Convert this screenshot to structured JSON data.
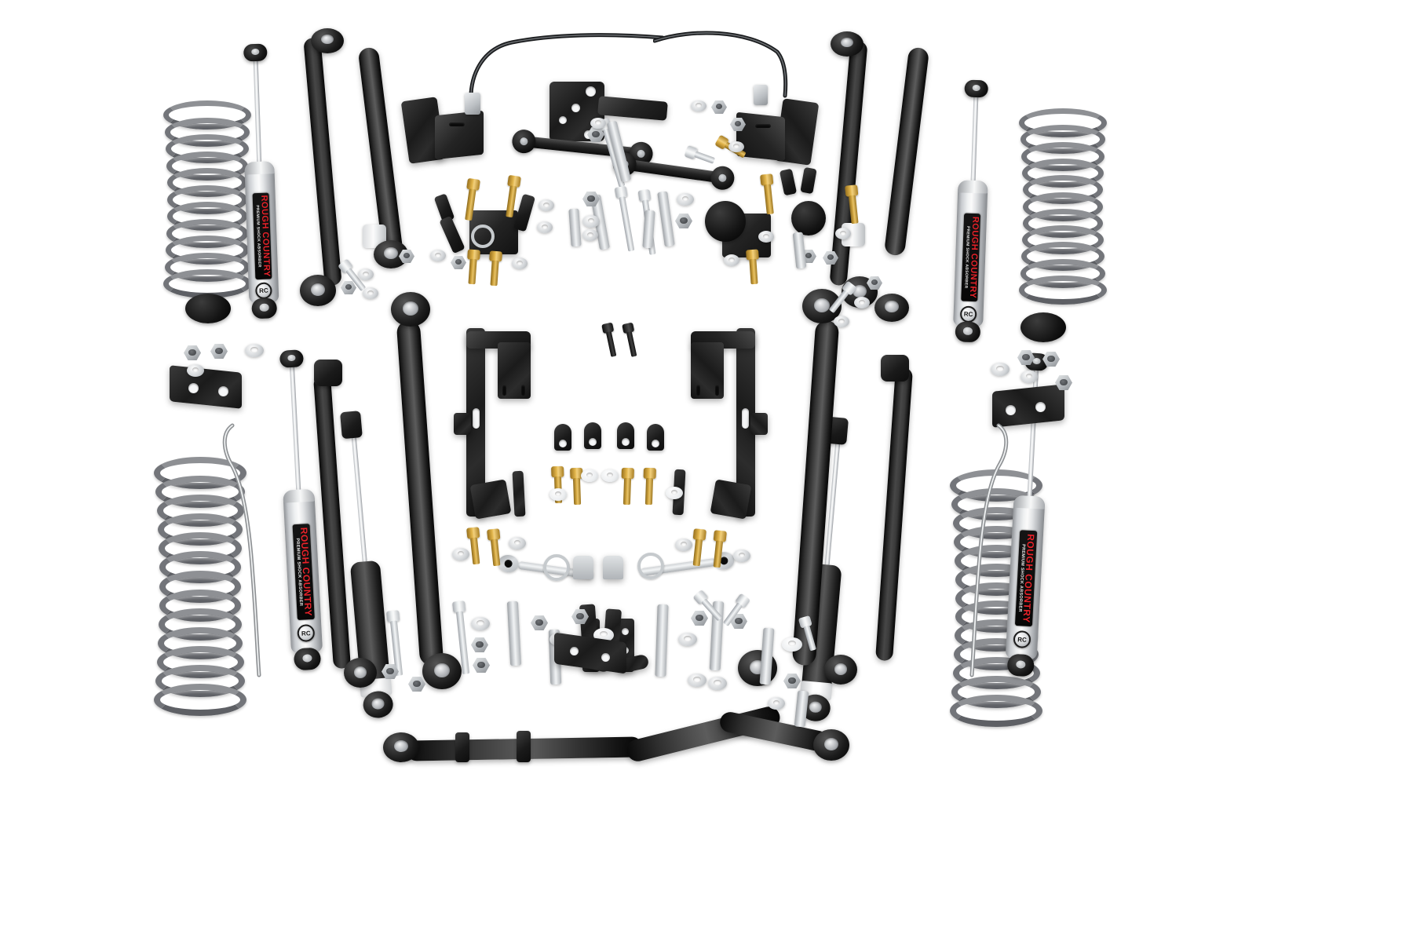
{
  "product": {
    "brand": "ROUGH COUNTRY",
    "shock_label_brand": "ROUGH COUNTRY",
    "shock_label_sub": "PREMIUM SHOCK ABSORBER",
    "badge_text": "RC",
    "background_color": "#ffffff",
    "accent_red": "#e8232a",
    "metal_gray": "#b8bbbf",
    "black": "#111111",
    "zinc": "#dfe3e6",
    "gold_zinc": "#d4a842"
  },
  "components": {
    "coil_springs": [
      {
        "name": "front-left-coil-spring",
        "position": "top-left"
      },
      {
        "name": "front-right-coil-spring",
        "position": "top-right"
      },
      {
        "name": "rear-left-coil-spring",
        "position": "bottom-left"
      },
      {
        "name": "rear-right-coil-spring",
        "position": "bottom-right"
      }
    ],
    "shocks": [
      {
        "name": "front-left-shock",
        "position": "top-left"
      },
      {
        "name": "front-right-shock",
        "position": "top-right"
      },
      {
        "name": "rear-left-shock",
        "position": "bottom-left"
      },
      {
        "name": "rear-right-shock",
        "position": "bottom-right"
      },
      {
        "name": "rear-left-shock-black",
        "position": "bottom-center-left"
      },
      {
        "name": "rear-right-shock-black",
        "position": "bottom-center-right"
      }
    ],
    "control_arms": [
      {
        "name": "front-upper-control-arm-left"
      },
      {
        "name": "front-upper-control-arm-right"
      },
      {
        "name": "front-lower-control-arm-left"
      },
      {
        "name": "front-lower-control-arm-right"
      },
      {
        "name": "rear-lower-control-arm-left"
      },
      {
        "name": "rear-lower-control-arm-right"
      },
      {
        "name": "rear-upper-control-arm-left"
      },
      {
        "name": "rear-upper-control-arm-right"
      }
    ],
    "track_bar": {
      "name": "front-track-bar"
    },
    "brackets": [
      {
        "name": "front-track-bar-bracket"
      },
      {
        "name": "transfer-case-drop-bracket-left"
      },
      {
        "name": "transfer-case-drop-bracket-right"
      },
      {
        "name": "control-arm-relocation-bracket-left"
      },
      {
        "name": "control-arm-relocation-bracket-right"
      },
      {
        "name": "sway-bar-drop-bracket-left"
      },
      {
        "name": "sway-bar-drop-bracket-right"
      },
      {
        "name": "brake-line-bracket-left"
      },
      {
        "name": "brake-line-bracket-right"
      }
    ],
    "sway_bar_links": [
      {
        "name": "front-sway-bar-link-left"
      },
      {
        "name": "front-sway-bar-link-right"
      },
      {
        "name": "rear-sway-bar-link-left"
      },
      {
        "name": "rear-sway-bar-link-right"
      }
    ],
    "bump_stop_spacers": [
      {
        "name": "bump-stop-spacer-left"
      },
      {
        "name": "bump-stop-spacer-right"
      },
      {
        "name": "bump-stop-extension-left"
      },
      {
        "name": "bump-stop-extension-right"
      }
    ],
    "brake_lines": [
      {
        "name": "extended-brake-line-front-left"
      },
      {
        "name": "extended-brake-line-front-right"
      },
      {
        "name": "extended-brake-line-rear-left"
      },
      {
        "name": "extended-brake-line-rear-right"
      }
    ],
    "hardware": {
      "bolts_label": "hex bolts",
      "nuts_label": "hex nuts",
      "washers_label": "flat washers",
      "spacers_label": "steel sleeves",
      "nylon_washers_label": "nylon washers"
    }
  }
}
